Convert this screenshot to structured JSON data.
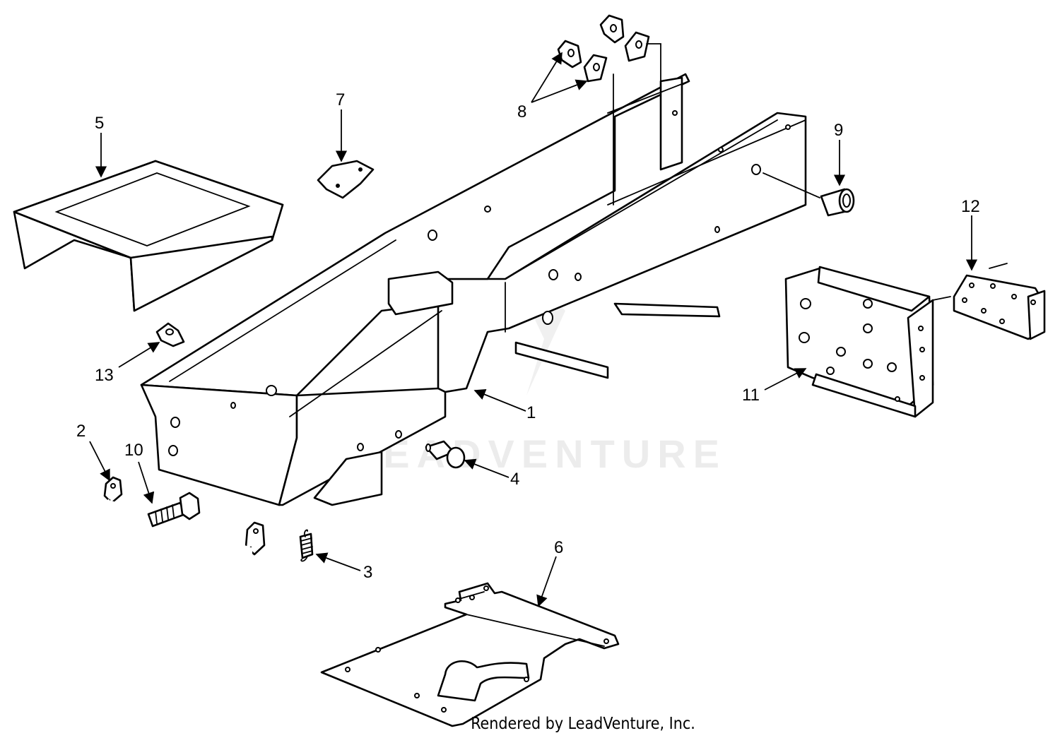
{
  "diagram": {
    "callouts": [
      "1",
      "2",
      "3",
      "4",
      "5",
      "6",
      "7",
      "8",
      "9",
      "10",
      "11",
      "12",
      "13"
    ],
    "watermark": "LEADVENTURE",
    "credit": "Rendered by LeadVenture, Inc.",
    "colors": {
      "ink": "#000000",
      "paper": "#ffffff"
    }
  }
}
